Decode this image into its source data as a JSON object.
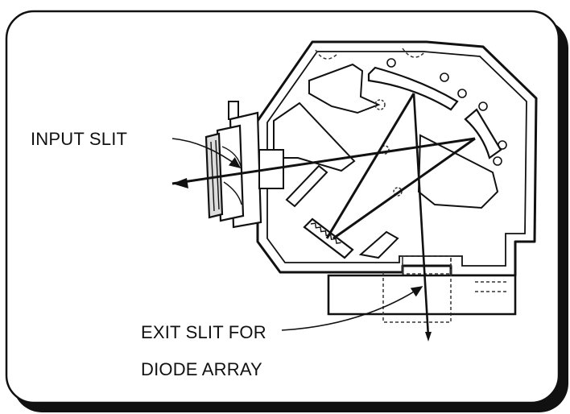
{
  "labels": {
    "input_slit": "INPUT SLIT",
    "exit_slit_line1": "EXIT SLIT FOR",
    "exit_slit_line2": "DIODE ARRAY"
  },
  "colors": {
    "ink": "#111111",
    "background": "#ffffff",
    "dashed": "#333333"
  }
}
